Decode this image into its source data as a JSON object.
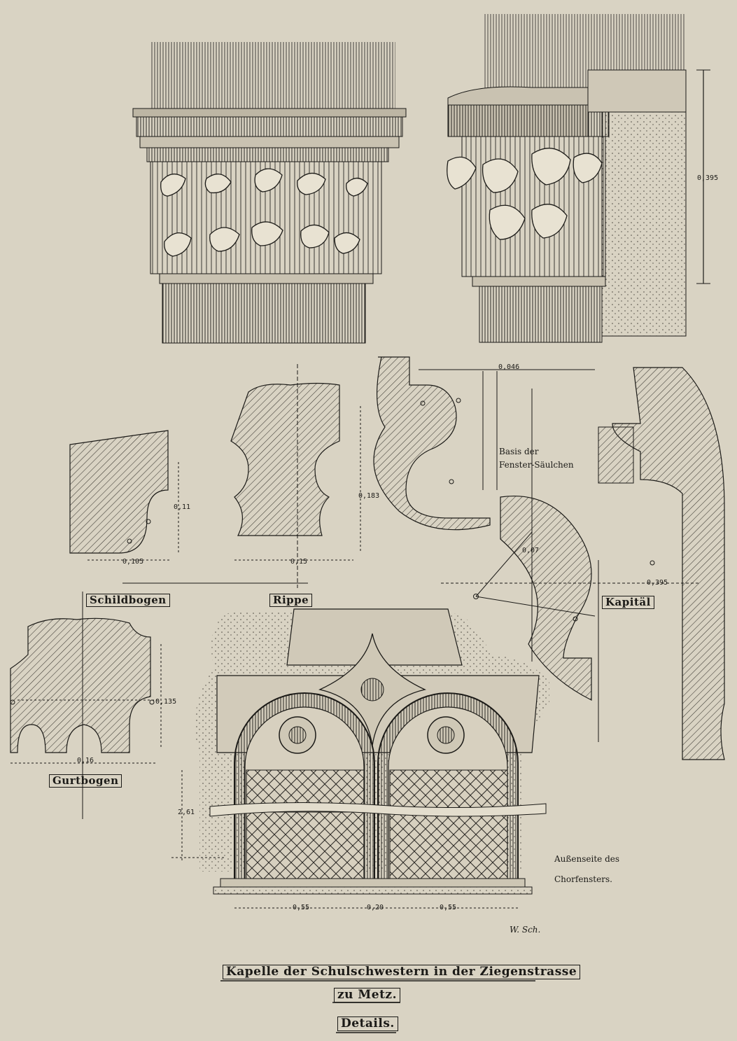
{
  "colors": {
    "paper": "#d9d3c3",
    "ink": "#1b1a17",
    "hatch": "#3a3731"
  },
  "sections": {
    "schildbogen": "Schildbogen",
    "rippe": "Rippe",
    "kapitael": "Kapitäl",
    "gurtbogen": "Gurtbogen"
  },
  "notes": {
    "basis_line1": "Basis der",
    "basis_line2": "Fenster-Säulchen",
    "aussen_line1": "Außenseite des",
    "aussen_line2": "Chorfensters."
  },
  "dimensions": {
    "capital_height": "0,395",
    "top_width": "0,046",
    "kapitael_height": "0,395",
    "mid": "0,07",
    "schild_small": "0,11",
    "schild_width": "0,105",
    "rippe_height": "0,183",
    "rippe_width": "0,15",
    "gurt_height": "0,135",
    "gurt_width": "0,16",
    "window_height": "2,61",
    "window_left": "0,55",
    "window_mid": "0,20",
    "window_right": "0,55"
  },
  "title": {
    "line1": "Kapelle der Schulschwestern in der Ziegenstrasse",
    "line2": "zu Metz.",
    "line3": "Details."
  },
  "signature": "W. Sch."
}
